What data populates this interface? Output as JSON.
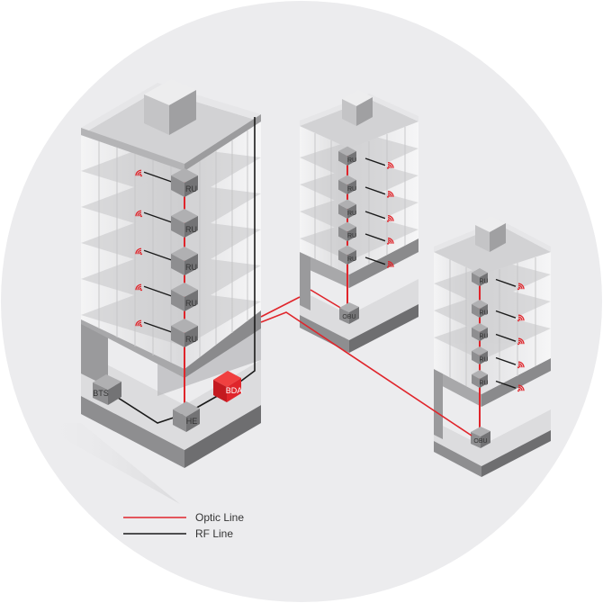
{
  "colors": {
    "optic": "#e0252b",
    "rf": "#1a1a1a",
    "bda": "#e0252b",
    "background_circle": "#ececee"
  },
  "building_1": {
    "ru_labels": [
      "RU",
      "RU",
      "RU",
      "RU",
      "RU"
    ],
    "bts_label": "BTS",
    "he_label": "HE",
    "bda_label": "BDA"
  },
  "building_2": {
    "ru_labels": [
      "RU",
      "RU",
      "RU",
      "RU",
      "RU"
    ],
    "obu_label": "OBU"
  },
  "building_3": {
    "ru_labels": [
      "RU",
      "RU",
      "RU",
      "RU",
      "RU"
    ],
    "obu_label": "OBU"
  },
  "legend": {
    "optic_label": "Optic Line",
    "rf_label": "RF Line"
  }
}
